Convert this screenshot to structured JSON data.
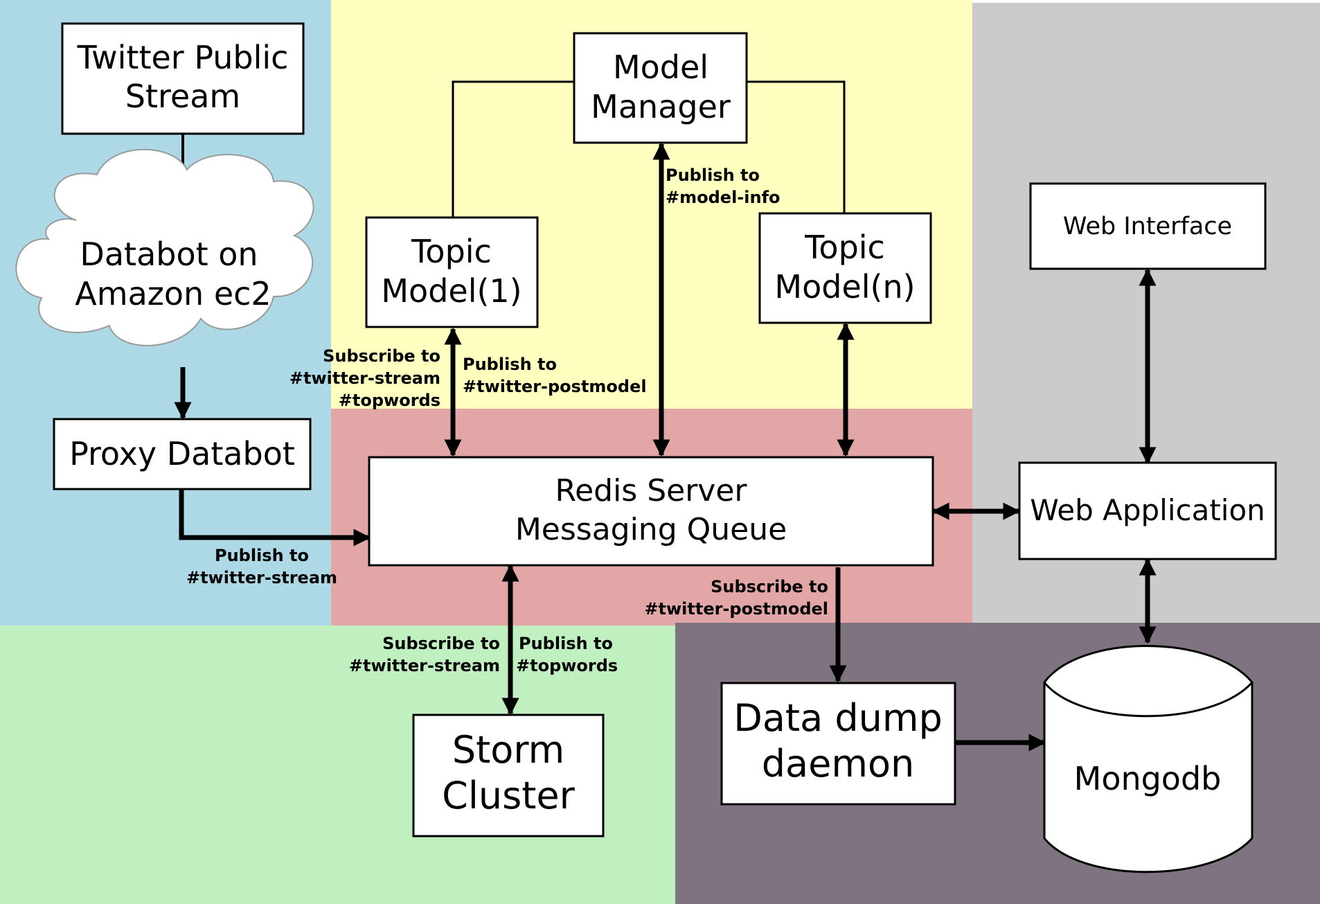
{
  "zone_colors": {
    "ingest": "#add8e6",
    "model": "#ffffc0",
    "queue": "#e3a6a6",
    "web": "#cbcbcb",
    "storm": "#c0efc0",
    "storage": "#807381"
  },
  "nodes": {
    "twitter_stream": [
      "Twitter Public",
      "Stream"
    ],
    "databot": [
      "Databot on",
      "Amazon ec2"
    ],
    "proxy_databot": "Proxy Databot",
    "model_manager": [
      "Model",
      "Manager"
    ],
    "topic_model_1": [
      "Topic",
      "Model(1)"
    ],
    "topic_model_n": [
      "Topic",
      "Model(n)"
    ],
    "redis": [
      "Redis Server",
      "Messaging Queue"
    ],
    "web_interface": "Web Interface",
    "web_application": "Web Application",
    "storm": [
      "Storm",
      "Cluster"
    ],
    "data_dump": [
      "Data dump",
      "daemon"
    ],
    "mongodb": "Mongodb"
  },
  "edge_labels": {
    "proxy_publish": [
      "Publish to",
      "#twitter-stream"
    ],
    "tm1_subscribe": [
      "Subscribe to",
      "#twitter-stream",
      "#topwords"
    ],
    "tm1_publish": [
      "Publish to",
      "#twitter-postmodel"
    ],
    "mm_publish": [
      "Publish to",
      "#model-info"
    ],
    "storm_subscribe": [
      "Subscribe to",
      "#twitter-stream"
    ],
    "storm_publish": [
      "Publish to",
      "#topwords"
    ],
    "dump_subscribe": [
      "Subscribe to",
      "#twitter-postmodel"
    ]
  }
}
